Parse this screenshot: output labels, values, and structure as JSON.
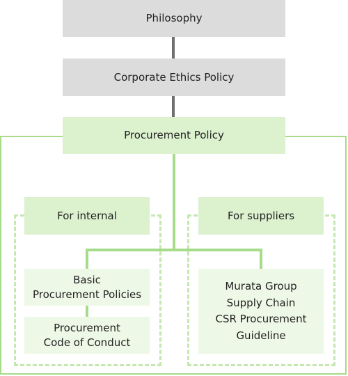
{
  "diagram": {
    "philosophy": "Philosophy",
    "corporate_ethics_policy": "Corporate Ethics Policy",
    "procurement_policy": "Procurement Policy",
    "internal": {
      "label": "For internal",
      "basic_policies": "Basic\nProcurement Policies",
      "code_of_conduct": "Procurement\nCode of Conduct"
    },
    "suppliers": {
      "label": "For suppliers",
      "guideline": "Murata Group\nSupply Chain\nCSR Procurement\nGuideline"
    }
  },
  "colors": {
    "gray_box": "#dcdcdc",
    "green_box": "#dcf2cf",
    "light_green_box": "#eef8e7",
    "green_line": "#a6db8a",
    "gray_line": "#6e6e6e"
  }
}
